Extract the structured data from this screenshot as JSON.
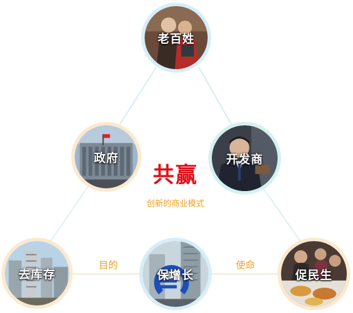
{
  "center": {
    "title": "共赢",
    "subtitle": "创新的商业模式"
  },
  "nodes": {
    "top": {
      "label": "老百姓",
      "image": "elderly-couple-photo"
    },
    "left": {
      "label": "政府",
      "image": "government-building-photo"
    },
    "right": {
      "label": "开发商",
      "image": "businessman-photo"
    },
    "bottom_left": {
      "label": "去库存",
      "image": "apartment-towers-photo"
    },
    "bottom_middle": {
      "label": "保增长",
      "image": "euro-sculpture-city-photo"
    },
    "bottom_right": {
      "label": "促民生",
      "image": "food-banquet-photo"
    }
  },
  "edges": {
    "purpose": "目的",
    "mission": "使命"
  },
  "colors": {
    "accent_red": "#e0101a",
    "accent_orange": "#f0a020",
    "ring_blue": "#d6eef8",
    "ring_peach": "#fbe9cf",
    "ring_mint": "#d3f1ef",
    "connector": "#d9eef6"
  }
}
